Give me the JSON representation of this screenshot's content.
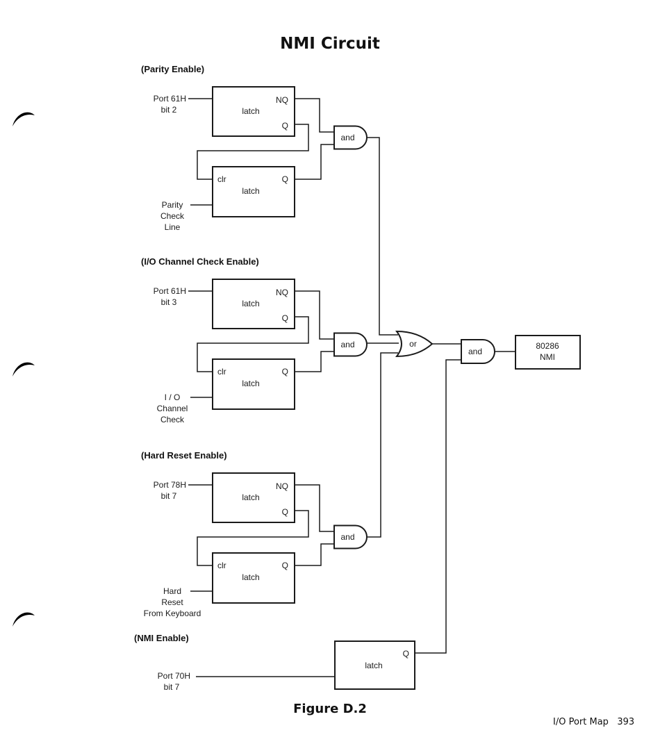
{
  "title": "NMI Circuit",
  "figure_caption": "Figure D.2",
  "footer": {
    "text": "I/O Port Map",
    "page": "393"
  },
  "sections": [
    {
      "heading": "(Parity Enable)",
      "input_label": [
        "Port 61H",
        "bit 2"
      ],
      "check_label": [
        "Parity",
        "Check",
        "Line"
      ]
    },
    {
      "heading": "(I/O Channel Check Enable)",
      "input_label": [
        "Port 61H",
        "bit 3"
      ],
      "check_label": [
        "I / O",
        "Channel",
        "Check"
      ]
    },
    {
      "heading": "(Hard Reset Enable)",
      "input_label": [
        "Port 78H",
        "bit 7"
      ],
      "check_label": [
        "Hard",
        "Reset",
        "From Keyboard"
      ]
    }
  ],
  "nmi_enable": {
    "heading": "(NMI Enable)",
    "input_label": [
      "Port 70H",
      "bit 7"
    ]
  },
  "labels": {
    "latch": "latch",
    "nq": "NQ",
    "q": "Q",
    "clr": "clr",
    "and": "and",
    "or": "or"
  },
  "output": [
    "80286",
    "NMI"
  ]
}
